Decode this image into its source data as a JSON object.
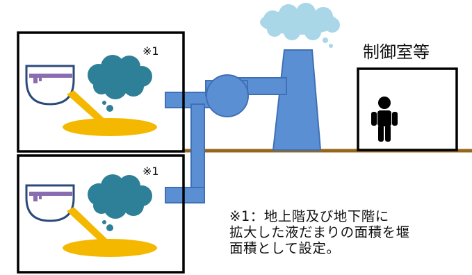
{
  "labels": {
    "mark_upper": "※1",
    "mark_lower": "※1",
    "control_room": "制御室等"
  },
  "note": {
    "line1": "※1：地上階及び地下階に",
    "line2": "拡大した液だまりの面積を堰",
    "line3": "面積として設定。"
  },
  "colors": {
    "duct": "#5b8fd4",
    "duct_stroke": "#3f6fb5",
    "ground": "#94661c",
    "puddle": "#f5b800",
    "cloud": "#2e7f98",
    "tank_fill": "#8a6db0",
    "tank_outline": "#2b4a7a",
    "smoke": "#a9d7e8"
  }
}
